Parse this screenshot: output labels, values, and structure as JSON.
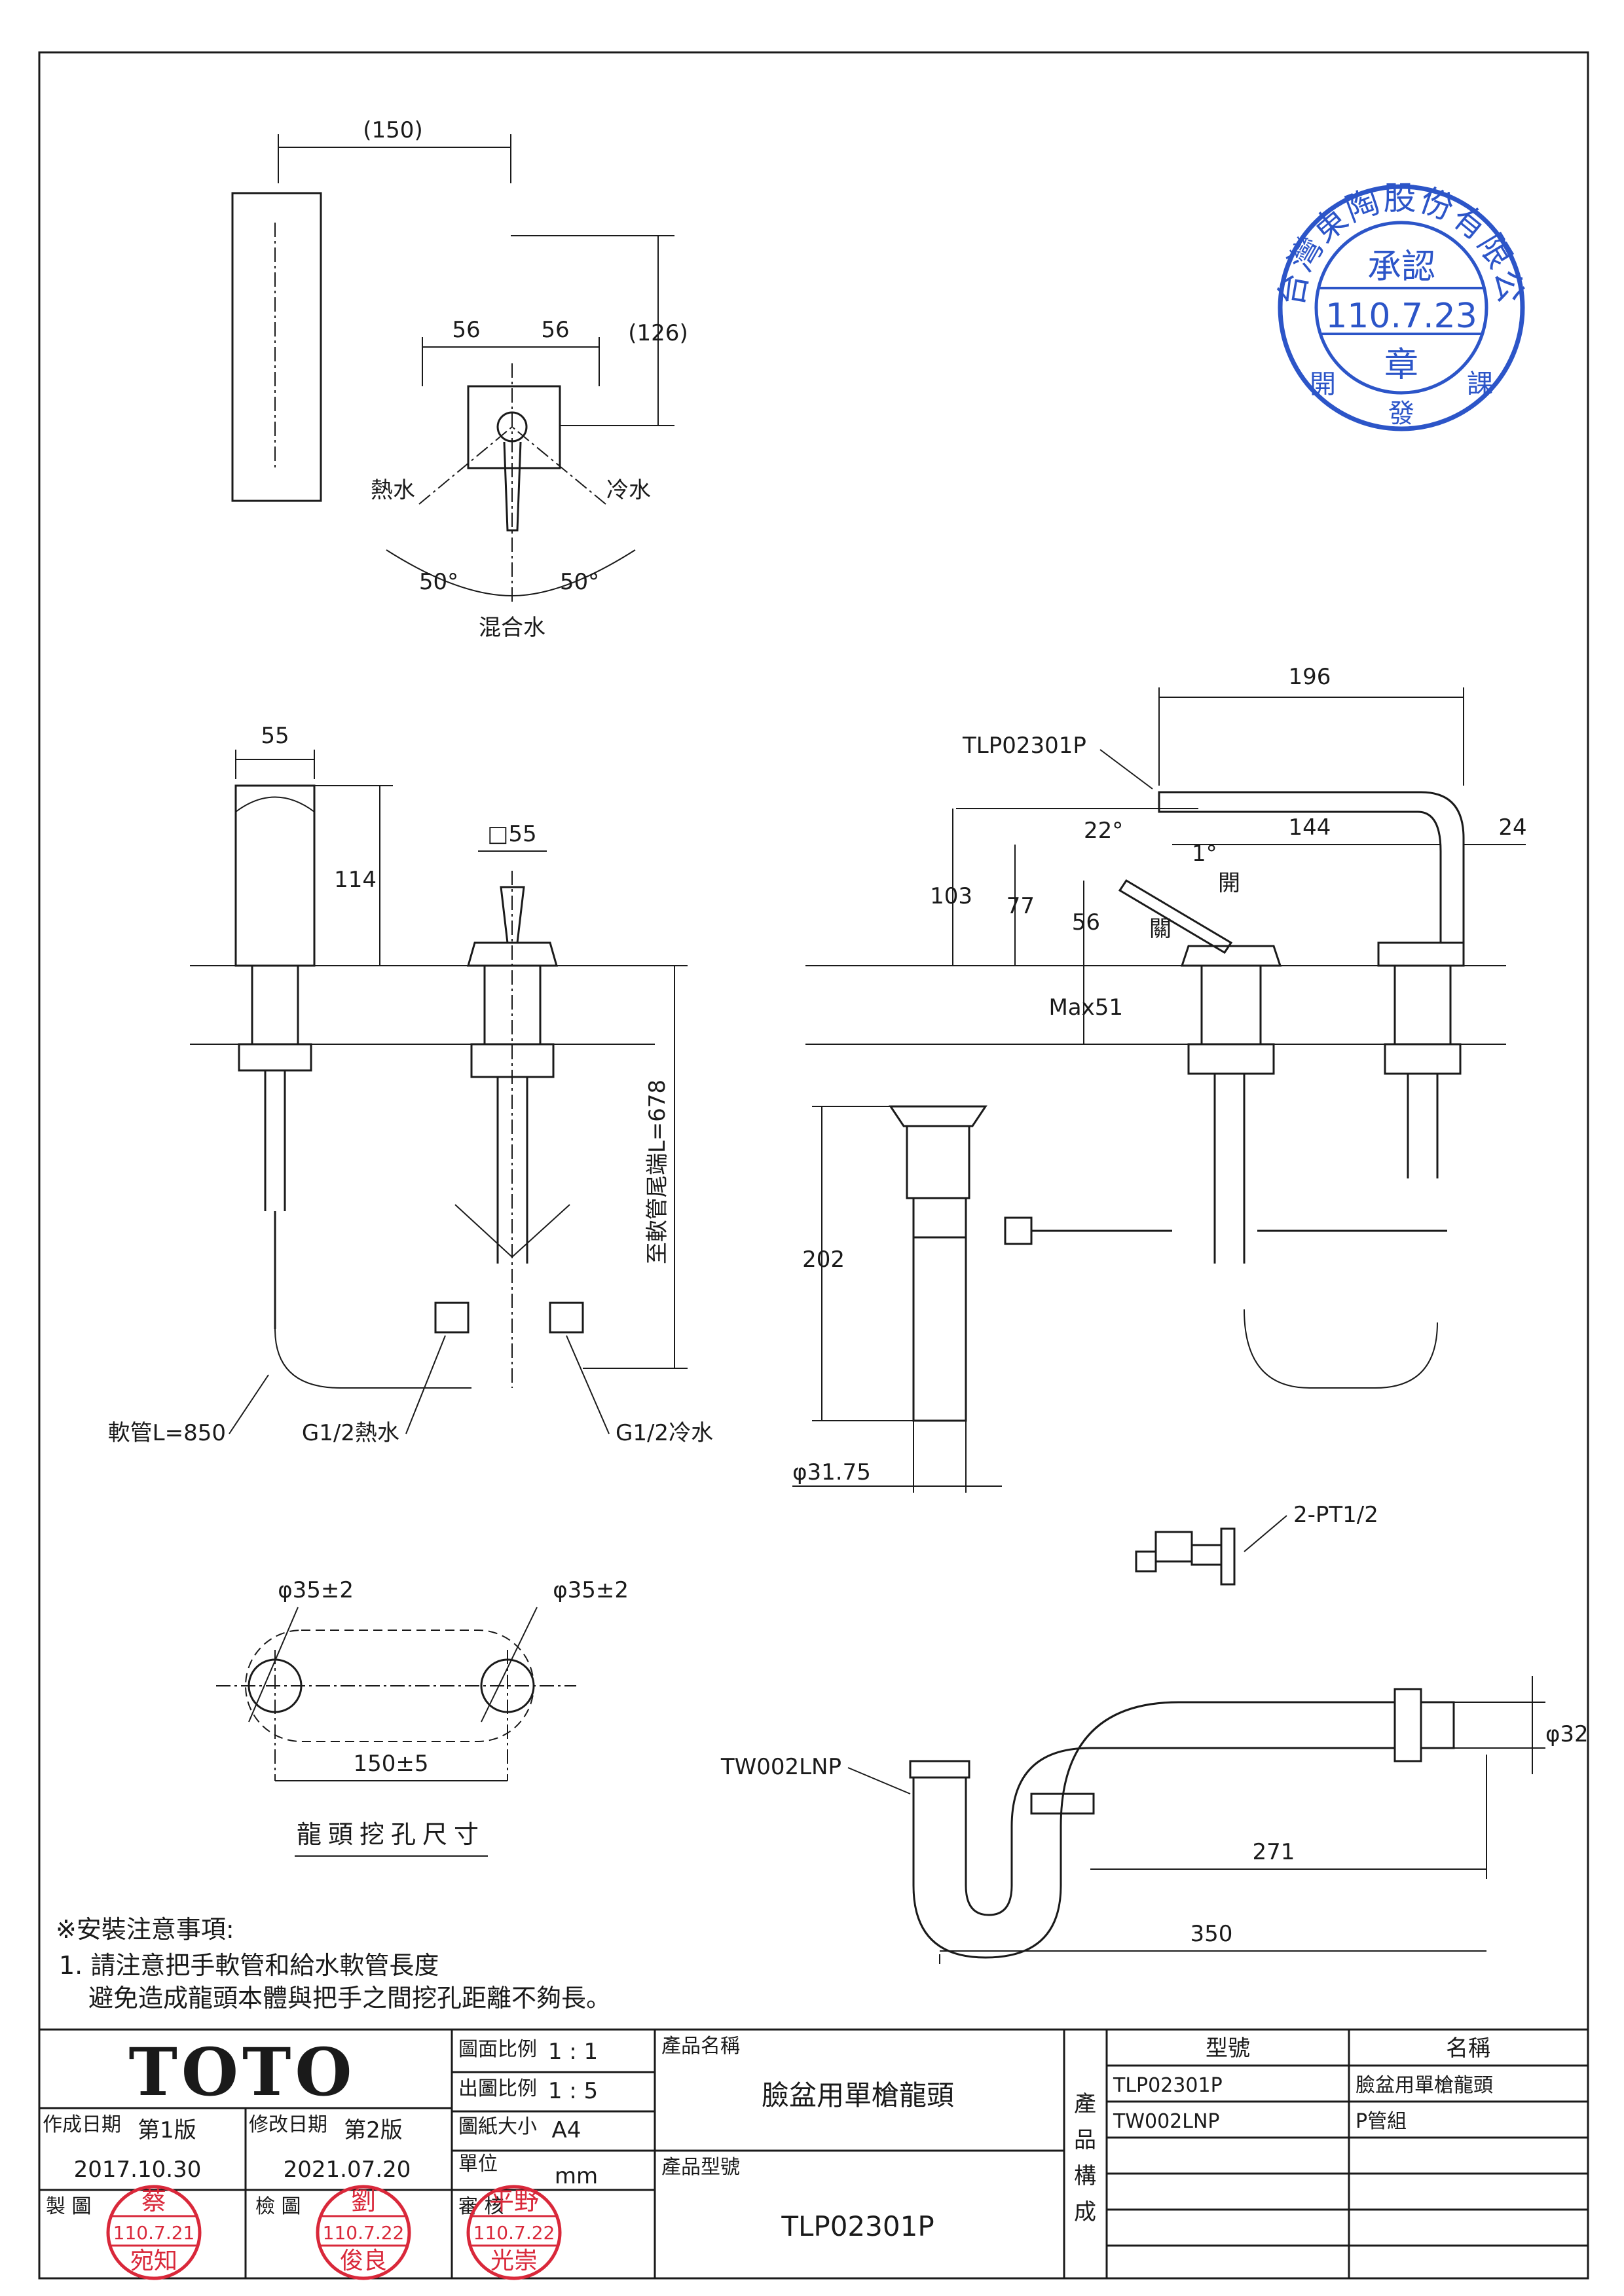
{
  "dims": {
    "d150": "(150)",
    "d56a": "56",
    "d56b": "56",
    "d126": "(126)",
    "hot": "熱水",
    "cold": "冷水",
    "deg50a": "50°",
    "deg50b": "50°",
    "mix": "混合水",
    "d55": "55",
    "d114": "114",
    "sq55": "□55",
    "l678": "至軟管尾端L=678",
    "hose850": "軟管L=850",
    "g12hot": "G1/2熱水",
    "g12cold": "G1/2冷水",
    "d196": "196",
    "tlp": "TLP02301P",
    "deg22": "22°",
    "deg1": "1°",
    "d144": "144",
    "d24": "24",
    "d103": "103",
    "d77": "77",
    "d56c": "56",
    "open": "開",
    "close": "關",
    "max51": "Max51",
    "d202": "202",
    "phi3175": "φ31.75",
    "pt12": "2-PT1/2",
    "phi35a": "φ35±2",
    "phi35b": "φ35±2",
    "d150pm5": "150±5",
    "holeTitle": "龍頭挖孔尺寸",
    "tw": "TW002LNP",
    "phi32": "φ32",
    "d271": "271",
    "d350": "350"
  },
  "notes": {
    "heading": "※安裝注意事項:",
    "line1": "1. 請注意把手軟管和給水軟管長度",
    "line2": "避免造成龍頭本體與把手之間挖孔距離不夠長。"
  },
  "titleblock": {
    "brand": "TOTO",
    "drawScaleLabel": "圖面比例",
    "drawScale": "1 : 1",
    "printScaleLabel": "出圖比例",
    "printScale": "1 : 5",
    "paperLabel": "圖紙大小",
    "paper": "A4",
    "unitLabel": "單位",
    "unit": "mm",
    "reviewLabel": "審 核",
    "createdLabel": "作成日期",
    "edition1": "第1版",
    "createdDate": "2017.10.30",
    "modifiedLabel": "修改日期",
    "edition2": "第2版",
    "modifiedDate": "2021.07.20",
    "drawnLabel": "製 圖",
    "checkedLabel": "檢 圖",
    "productNameLabel": "產品名稱",
    "productName": "臉盆用單槍龍頭",
    "productModelLabel": "產品型號",
    "productModel": "TLP02301P",
    "compLabel": [
      "產",
      "品",
      "構",
      "成"
    ],
    "modelHeader": "型號",
    "nameHeader": "名稱",
    "rows": [
      {
        "model": "TLP02301P",
        "name": "臉盆用單槍龍頭"
      },
      {
        "model": "TW002LNP",
        "name": "P管組"
      }
    ]
  },
  "stamps": {
    "approval": {
      "ring": "台灣東陶股份有限公司",
      "top": "承認",
      "date": "110.7.23",
      "mid": "章",
      "left": "開",
      "right": "課",
      "bottom": "發"
    },
    "drawn": {
      "top": "蔡",
      "date": "110.7.21",
      "bottom": "宛知"
    },
    "checked": {
      "top": "劉",
      "date": "110.7.22",
      "bottom": "俊良"
    },
    "review": {
      "top": "平野",
      "date": "110.7.22",
      "bottom": "光崇"
    }
  },
  "colors": {
    "approvalStamp": "#2c55c8",
    "signatureStamp": "#d9283a"
  }
}
